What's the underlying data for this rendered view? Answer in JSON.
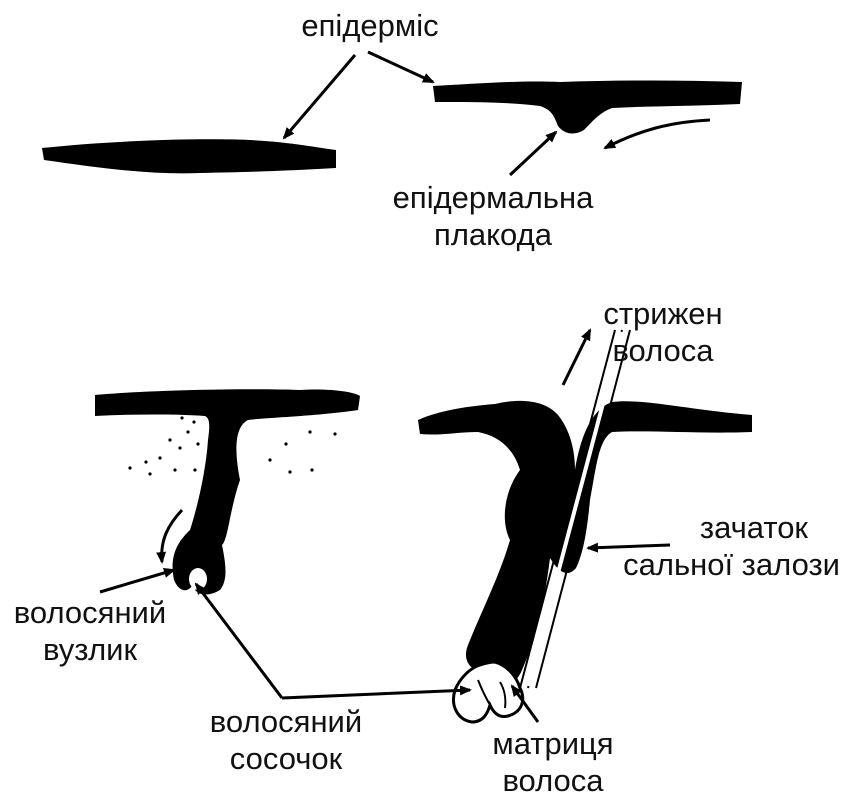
{
  "labels": {
    "epidermis": "епідерміс",
    "placode": [
      "епідермальна",
      "плакода"
    ],
    "shaft": [
      "стрижен",
      "волоса"
    ],
    "bulb": [
      "волосяний",
      "вузлик"
    ],
    "sebaceous": [
      "зачаток",
      "сальної залози"
    ],
    "papilla": [
      "волосяний",
      "сосочок"
    ],
    "matrix": [
      "матриця",
      "волоса"
    ]
  },
  "colors": {
    "ink": "#000000",
    "background": "#ffffff"
  }
}
